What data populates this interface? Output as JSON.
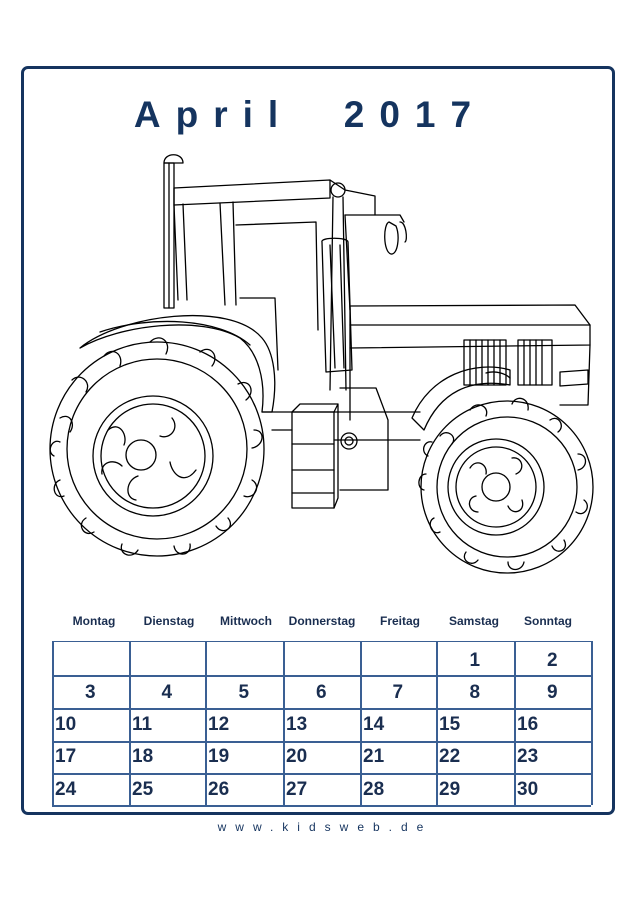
{
  "page": {
    "title": "April  2017",
    "footer": "www.kidsweb.de"
  },
  "illustration": {
    "subject": "tractor",
    "style": "black outline coloring page"
  },
  "calendar": {
    "weekdays": [
      "Montag",
      "Dienstag",
      "Mittwoch",
      "Donnerstag",
      "Freitag",
      "Samstag",
      "Sonntag"
    ],
    "weeks": [
      [
        "",
        "",
        "",
        "",
        "",
        "1",
        "2"
      ],
      [
        "3",
        "4",
        "5",
        "6",
        "7",
        "8",
        "9"
      ],
      [
        "10",
        "11",
        "12",
        "13",
        "14",
        "15",
        "16"
      ],
      [
        "17",
        "18",
        "19",
        "20",
        "21",
        "22",
        "23"
      ],
      [
        "24",
        "25",
        "26",
        "27",
        "28",
        "29",
        "30"
      ]
    ]
  },
  "colors": {
    "frame": "#15345f",
    "grid": "#3a5f93",
    "text": "#1a2e50"
  }
}
